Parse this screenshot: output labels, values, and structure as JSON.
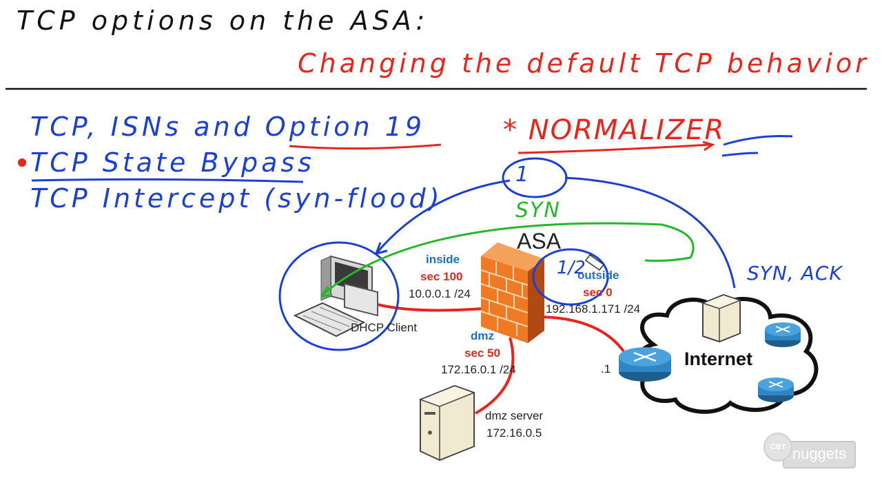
{
  "header": {
    "title": "TCP options on the ASA:",
    "subtitle": "Changing the default TCP behavior"
  },
  "topics": [
    {
      "text": "TCP, ISNs and Option 19"
    },
    {
      "text": "TCP State Bypass"
    },
    {
      "text": "TCP Intercept (syn-flood)"
    }
  ],
  "annotations": {
    "normalizer": "* NORMALIZER",
    "syn": "SYN",
    "synack": "SYN, ACK",
    "half": "1/2",
    "circled_number": "1"
  },
  "diagram": {
    "firewall": {
      "label": "ASA"
    },
    "inside": {
      "name": "inside",
      "sec": "sec  100",
      "ip": "10.0.0.1 /24"
    },
    "outside": {
      "name": "outside",
      "sec": "sec 0",
      "ip": "192.168.1.171 /24"
    },
    "dmz": {
      "name": "dmz",
      "sec": "sec 50",
      "ip": "172.16.0.1 /24"
    },
    "dhcp_client": {
      "label": "DHCP Client"
    },
    "dmz_server": {
      "name": "dmz server",
      "ip": "172.16.0.5"
    },
    "gateway": {
      "label": ".1"
    },
    "cloud": {
      "label": "Internet"
    }
  },
  "logo": {
    "left": "CBT",
    "right": "nuggets"
  },
  "colors": {
    "ink_black": "#111111",
    "ink_red": "#e8241b",
    "ink_blue": "#1a3fd6",
    "ink_green": "#22b827",
    "link_red": "#e8241b",
    "firewall_orange": "#f07a24"
  }
}
